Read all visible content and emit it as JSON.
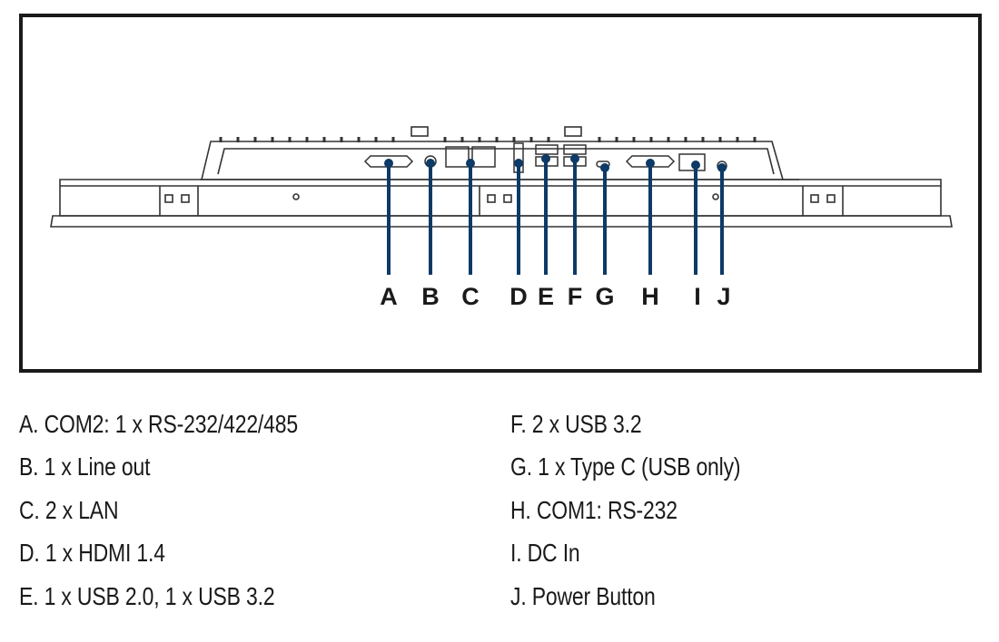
{
  "diagram": {
    "port_letters": [
      "A",
      "B",
      "C",
      "D",
      "E",
      "F",
      "G",
      "H",
      "I",
      "J"
    ],
    "leader_color": "#0d3a66"
  },
  "legend": {
    "left": [
      "A. COM2: 1 x RS-232/422/485",
      "B. 1 x Line out",
      "C. 2 x LAN",
      "D. 1 x HDMI 1.4",
      "E. 1 x USB 2.0, 1 x USB 3.2"
    ],
    "right": [
      "F. 2 x USB 3.2",
      "G. 1 x Type C (USB only)",
      "H. COM1: RS-232",
      "I. DC In",
      "J. Power Button"
    ]
  }
}
